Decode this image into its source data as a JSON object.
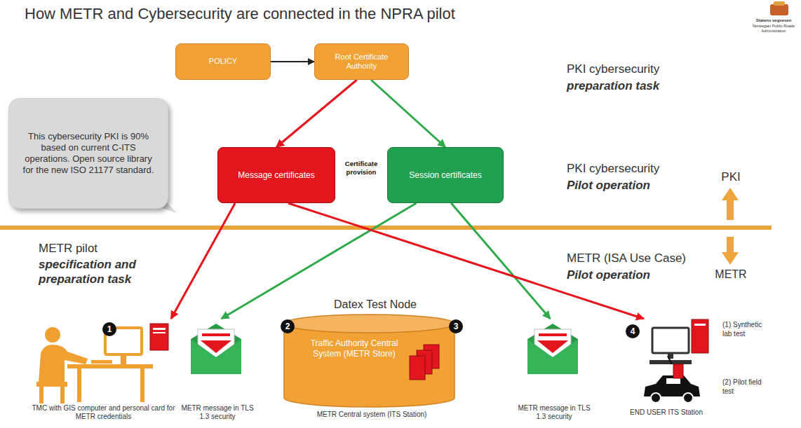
{
  "diagram": {
    "title": "How METR and Cybersecurity are connected in the NPRA pilot",
    "nodes": [
      {
        "text": [
          "POLICY"
        ]
      },
      {
        "text": [
          "Root Certificate Authority"
        ]
      },
      {
        "text": [
          "This cybersecurity PKI is 90% based on current C-ITS operations. Open source library for the new ISO 21177 standard."
        ]
      },
      {
        "text": [
          "Message certificates"
        ]
      },
      {
        "text": [
          "Session certificates"
        ]
      },
      {
        "text": [
          "TMC with GIS computer and personal card for METR credentials"
        ]
      },
      {
        "text": [
          "METR message in TLS 1.3 security"
        ]
      },
      {
        "text": [
          "Datex Test Node",
          "Traffic Authority Central System (METR Store)",
          "METR Central system (ITS Station)"
        ]
      },
      {
        "text": [
          "METR message in TLS 1.3 security"
        ]
      },
      {
        "text": [
          "END USER ITS Station"
        ]
      }
    ],
    "edges": [
      {
        "from": 0,
        "to": 1,
        "arrow": "to"
      },
      {
        "from": 1,
        "to": 3,
        "arrow": "to"
      },
      {
        "from": 1,
        "to": 4,
        "arrow": "to"
      },
      {
        "from": 3,
        "to": 5,
        "arrow": "to"
      },
      {
        "from": 4,
        "to": 6,
        "arrow": "to"
      },
      {
        "from": 4,
        "to": 8,
        "arrow": "to"
      },
      {
        "from": 3,
        "to": 9,
        "arrow": "to"
      }
    ],
    "labels": [
      "PKI cybersecurity",
      "preparation task",
      "PKI cybersecurity",
      "Pilot operation",
      "PKI",
      "METR",
      "Certificate provision",
      "METR pilot",
      "specification and preparation task",
      "METR (ISA Use Case)",
      "Pilot operation",
      "1",
      "2",
      "3",
      "4",
      "(1) Synthetic lab test",
      "(2) Pilot field test",
      "Statens vegvesen",
      "Norwegian Public Roads Administration"
    ]
  }
}
